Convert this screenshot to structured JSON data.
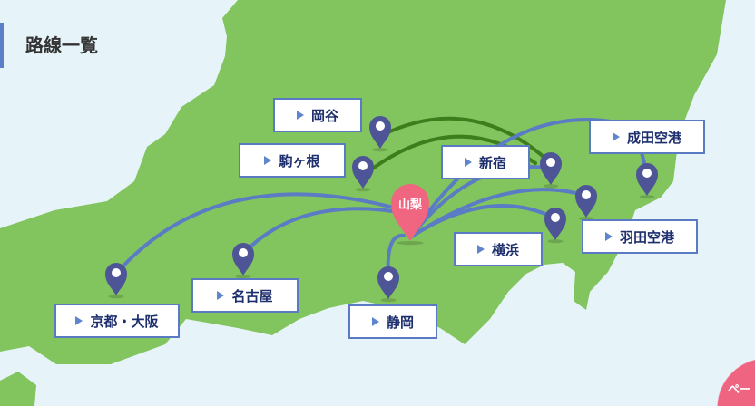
{
  "page_title": "路線一覧",
  "colors": {
    "sea": "#e6f4fa",
    "land": "#82c45d",
    "route_blue": "#5b7bc4",
    "route_green": "#3d7d1c",
    "pin": "#4e5596",
    "hub_pin": "#f06680"
  },
  "hub": {
    "label": "山梨",
    "icon": "map-pin-icon"
  },
  "destinations": [
    {
      "id": "okaya",
      "label": "岡谷",
      "route": "green"
    },
    {
      "id": "komagane",
      "label": "駒ヶ根",
      "route": "green"
    },
    {
      "id": "shinjuku",
      "label": "新宿",
      "route": "blue"
    },
    {
      "id": "narita",
      "label": "成田空港",
      "route": "blue"
    },
    {
      "id": "haneda",
      "label": "羽田空港",
      "route": "blue"
    },
    {
      "id": "yokohama",
      "label": "横浜",
      "route": "blue"
    },
    {
      "id": "shizuoka",
      "label": "静岡",
      "route": "blue"
    },
    {
      "id": "nagoya",
      "label": "名古屋",
      "route": "blue"
    },
    {
      "id": "kyoto",
      "label": "京都・大阪",
      "route": "blue"
    }
  ],
  "page_top_button": "ペー"
}
